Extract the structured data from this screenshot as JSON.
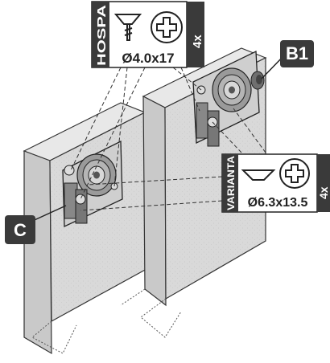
{
  "labels": {
    "b1": "B1",
    "c": "C"
  },
  "screw_labels": {
    "hospa": {
      "brand": "HOSPA",
      "spec": "Ø4.0x17",
      "qty": "4x"
    },
    "varianta": {
      "brand": "VARIANTA",
      "spec": "Ø6.3x13.5",
      "qty": "4x"
    }
  },
  "icons": {
    "countersunk_screw": "countersunk-screw-icon",
    "flat_head_screw": "flat-head-screw-icon",
    "pozidriv": "pozidriv-cross-icon"
  },
  "colors": {
    "panel_light": "#d6d6d6",
    "panel_mid": "#bdbdbd",
    "label_dark": "#3a3a3a",
    "line": "#222222"
  }
}
